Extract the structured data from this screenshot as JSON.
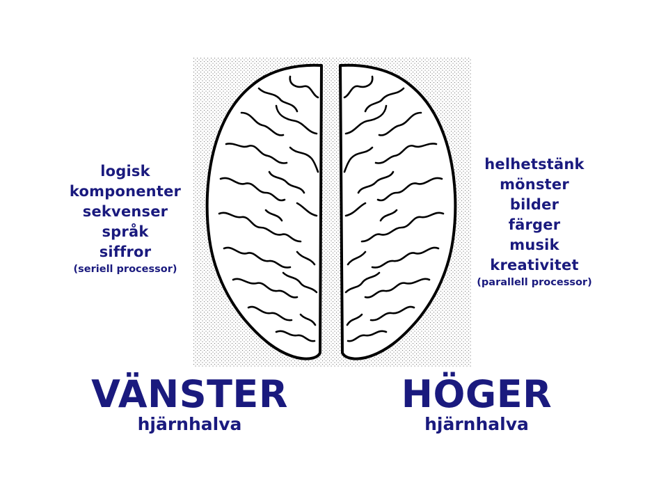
{
  "left_hemisphere": {
    "title": "VÄNSTER",
    "subtitle": "hjärnhalva",
    "functions": [
      "logisk",
      "komponenter",
      "sekvenser",
      "språk",
      "siffror"
    ],
    "note": "(seriell processor)"
  },
  "right_hemisphere": {
    "title": "HÖGER",
    "subtitle": "hjärnhalva",
    "functions": [
      "helhetstänk",
      "mönster",
      "bilder",
      "färger",
      "musik",
      "kreativitet"
    ],
    "note": "(parallell processor)"
  },
  "colors": {
    "text": "#1a1a7e",
    "outline": "#000000",
    "stipple": "#7a7a7a",
    "background": "#ffffff"
  }
}
